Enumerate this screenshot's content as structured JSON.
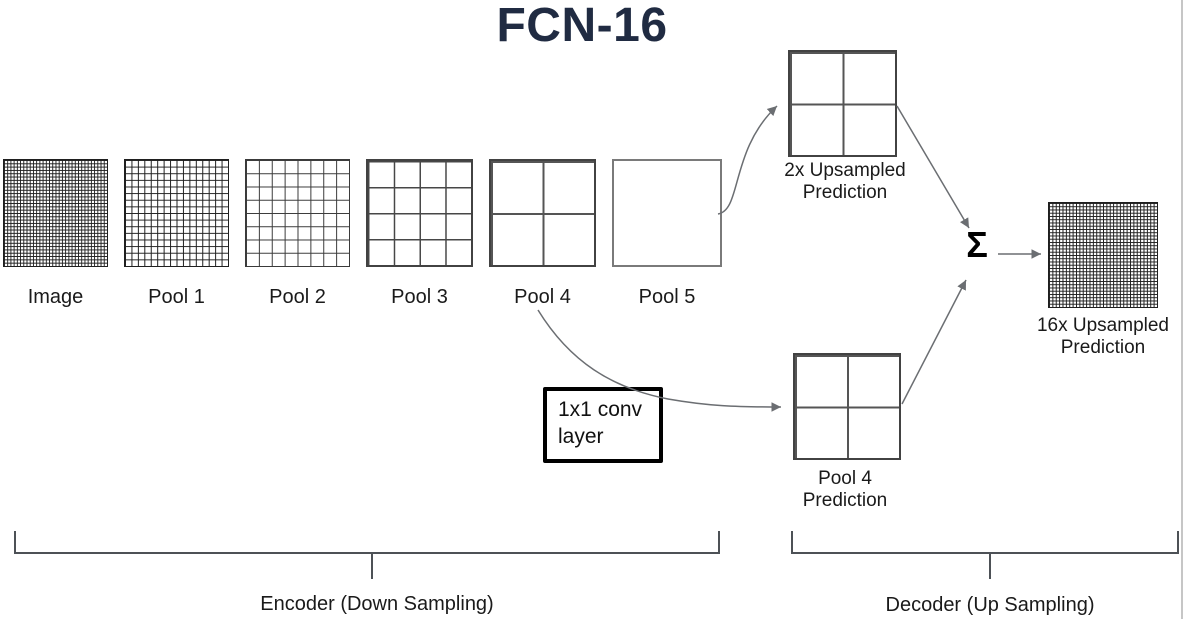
{
  "title": "FCN-16",
  "colors": {
    "title": "#202b42",
    "label": "#1a1a1a",
    "arrow": "#6b6e72",
    "bracket": "#4d5156",
    "conv_box_border": "#000000",
    "slide_edge": "#c6c6c6"
  },
  "encoder": {
    "panels": [
      {
        "label": "Image",
        "divisions": 32
      },
      {
        "label": "Pool 1",
        "divisions": 16
      },
      {
        "label": "Pool 2",
        "divisions": 8
      },
      {
        "label": "Pool 3",
        "divisions": 4
      },
      {
        "label": "Pool 4",
        "divisions": 2
      },
      {
        "label": "Pool 5",
        "divisions": 1
      }
    ],
    "bracket_label": "Encoder (Down Sampling)"
  },
  "decoder": {
    "nodes": {
      "upsampled2x": {
        "label": [
          "2x Upsampled",
          "Prediction"
        ],
        "divisions": 2
      },
      "pool4pred": {
        "label": [
          "Pool 4",
          "Prediction"
        ],
        "divisions": 2
      },
      "upsampled16x": {
        "label": [
          "16x Upsampled",
          "Prediction"
        ],
        "divisions": 32
      }
    },
    "sum_symbol": "Σ",
    "bracket_label": "Decoder (Up Sampling)"
  },
  "conv_box": {
    "label": [
      "1x1 conv",
      "layer"
    ]
  }
}
